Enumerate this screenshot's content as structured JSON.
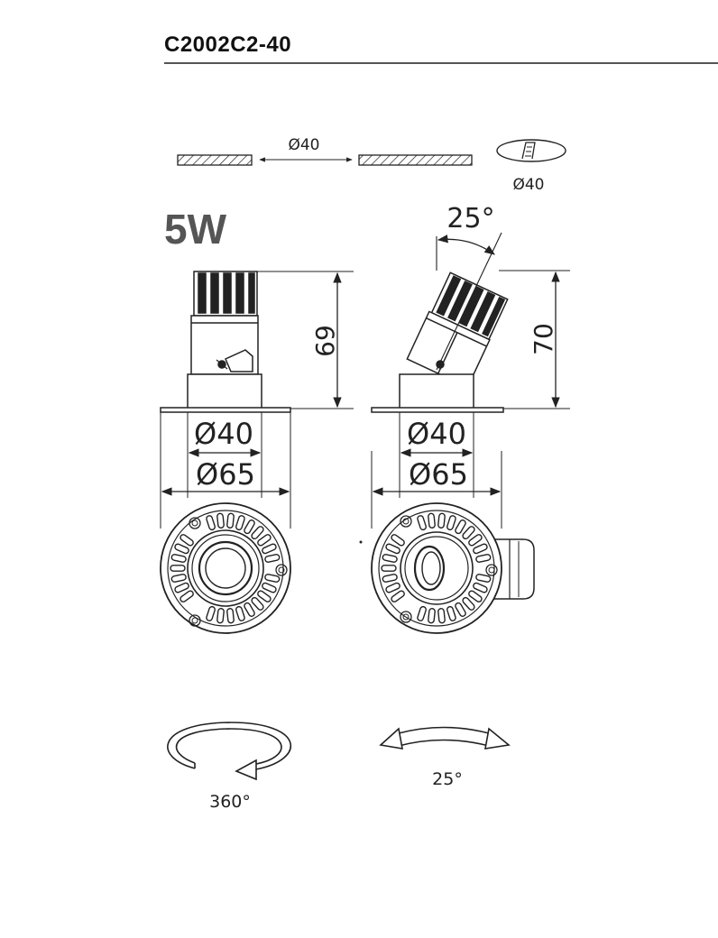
{
  "header": {
    "model": "C2002C2-40"
  },
  "cutout": {
    "width_label": "Ø40",
    "hole_label": "Ø40"
  },
  "power": {
    "label": "5W"
  },
  "left_view": {
    "height_label": "69",
    "inner_diameter": "Ø40",
    "outer_diameter": "Ø65"
  },
  "right_view": {
    "height_label": "70",
    "tilt_label": "25°",
    "inner_diameter": "Ø40",
    "outer_diameter": "Ø65"
  },
  "rotation": {
    "label": "360°"
  },
  "tilt": {
    "label": "25°"
  }
}
